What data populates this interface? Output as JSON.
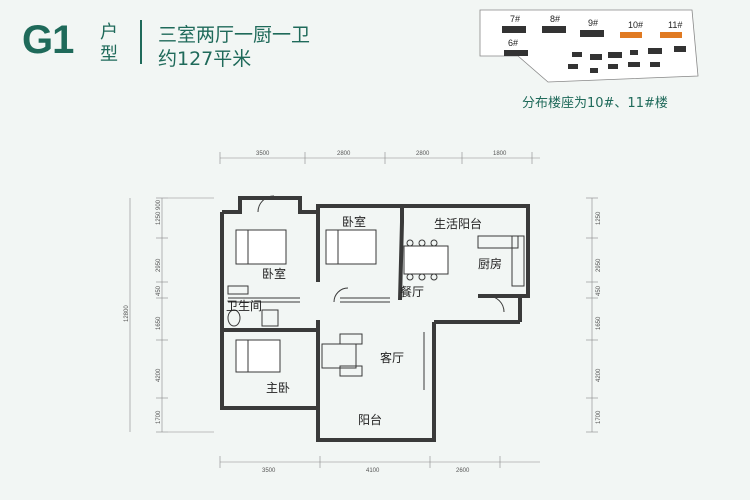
{
  "header": {
    "code": "G1",
    "type_label": "户型",
    "layout": "三室两厅一厨一卫",
    "area": "约127平米"
  },
  "site_map": {
    "buildings": [
      "7#",
      "8#",
      "9#",
      "10#",
      "11#",
      "6#"
    ],
    "highlighted": [
      "10#",
      "11#"
    ],
    "caption": "分布楼座为10#、11#楼"
  },
  "rooms": {
    "bedroom_1": "卧室",
    "bedroom_2": "卧室",
    "balcony_service": "生活阳台",
    "kitchen": "厨房",
    "bathroom": "卫生间",
    "dining": "餐厅",
    "living": "客厅",
    "master_bedroom": "主卧",
    "balcony": "阳台"
  },
  "dimensions": {
    "top": [
      "3500",
      "2800",
      "2800",
      "1800"
    ],
    "bottom": [
      "3500",
      "4100",
      "2600"
    ],
    "left": [
      "1250",
      "2950",
      "450",
      "1650",
      "4200",
      "1700"
    ],
    "left_far": [
      "900",
      "12800"
    ],
    "right": [
      "1250",
      "2950",
      "450",
      "1650",
      "4200",
      "1700"
    ]
  },
  "colors": {
    "brand": "#1f6a5a",
    "wall": "#3a3a3a",
    "highlight": "#e07a22"
  }
}
